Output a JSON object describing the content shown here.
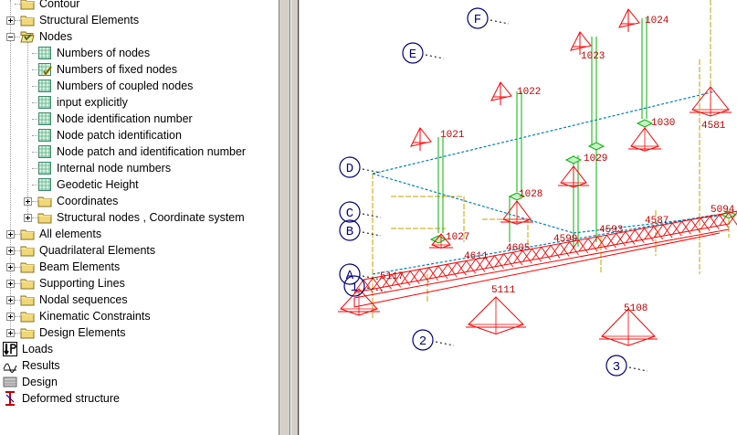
{
  "tree": {
    "items": [
      {
        "label": "Contour",
        "icon": "folder-icon"
      },
      {
        "label": "Structural Elements",
        "icon": "folder-icon"
      },
      {
        "label": "Nodes",
        "icon": "open-folder-icon"
      },
      {
        "label": "Numbers of nodes",
        "icon": "node-layer-icon"
      },
      {
        "label": "Numbers of fixed nodes",
        "icon": "node-layer-checked-icon"
      },
      {
        "label": "Numbers of coupled nodes",
        "icon": "node-layer-icon"
      },
      {
        "label": "input explicitly",
        "icon": "node-layer-icon"
      },
      {
        "label": "Node identification number",
        "icon": "node-layer-icon"
      },
      {
        "label": "Node patch identification",
        "icon": "node-layer-icon"
      },
      {
        "label": "Node patch and identification number",
        "icon": "node-layer-icon"
      },
      {
        "label": "Internal node numbers",
        "icon": "node-layer-icon"
      },
      {
        "label": "Geodetic Height",
        "icon": "node-layer-icon"
      },
      {
        "label": "Coordinates",
        "icon": "folder-icon"
      },
      {
        "label": "Structural nodes , Coordinate system",
        "icon": "folder-icon"
      },
      {
        "label": "All elements",
        "icon": "folder-icon"
      },
      {
        "label": "Quadrilateral Elements",
        "icon": "folder-icon"
      },
      {
        "label": "Beam Elements",
        "icon": "folder-icon"
      },
      {
        "label": "Supporting Lines",
        "icon": "folder-icon"
      },
      {
        "label": "Nodal sequences",
        "icon": "folder-icon"
      },
      {
        "label": "Kinematic Constraints",
        "icon": "folder-icon"
      },
      {
        "label": "Design Elements",
        "icon": "folder-icon"
      },
      {
        "label": "Loads",
        "icon": "loads-icon"
      },
      {
        "label": "Results",
        "icon": "results-icon"
      },
      {
        "label": "Design",
        "icon": "design-icon"
      },
      {
        "label": "Deformed structure",
        "icon": "deformed-structure-icon"
      }
    ]
  },
  "view": {
    "axis_labels": [
      "F",
      "E",
      "D",
      "C",
      "B",
      "A",
      "1",
      "2",
      "3"
    ],
    "node_labels": [
      "1024",
      "1023",
      "1022",
      "1021",
      "1030",
      "1029",
      "1028",
      "1027",
      "4611",
      "4605",
      "4599",
      "4593",
      "4587",
      "5094",
      "5111",
      "5108",
      "5117",
      "4581"
    ],
    "colors": {
      "support": "#ff0000",
      "column": "#00b400",
      "slab_edge": "#0080c0",
      "wall": "#c8a000",
      "axis_circle": "#000080",
      "label": "#c00000"
    }
  }
}
